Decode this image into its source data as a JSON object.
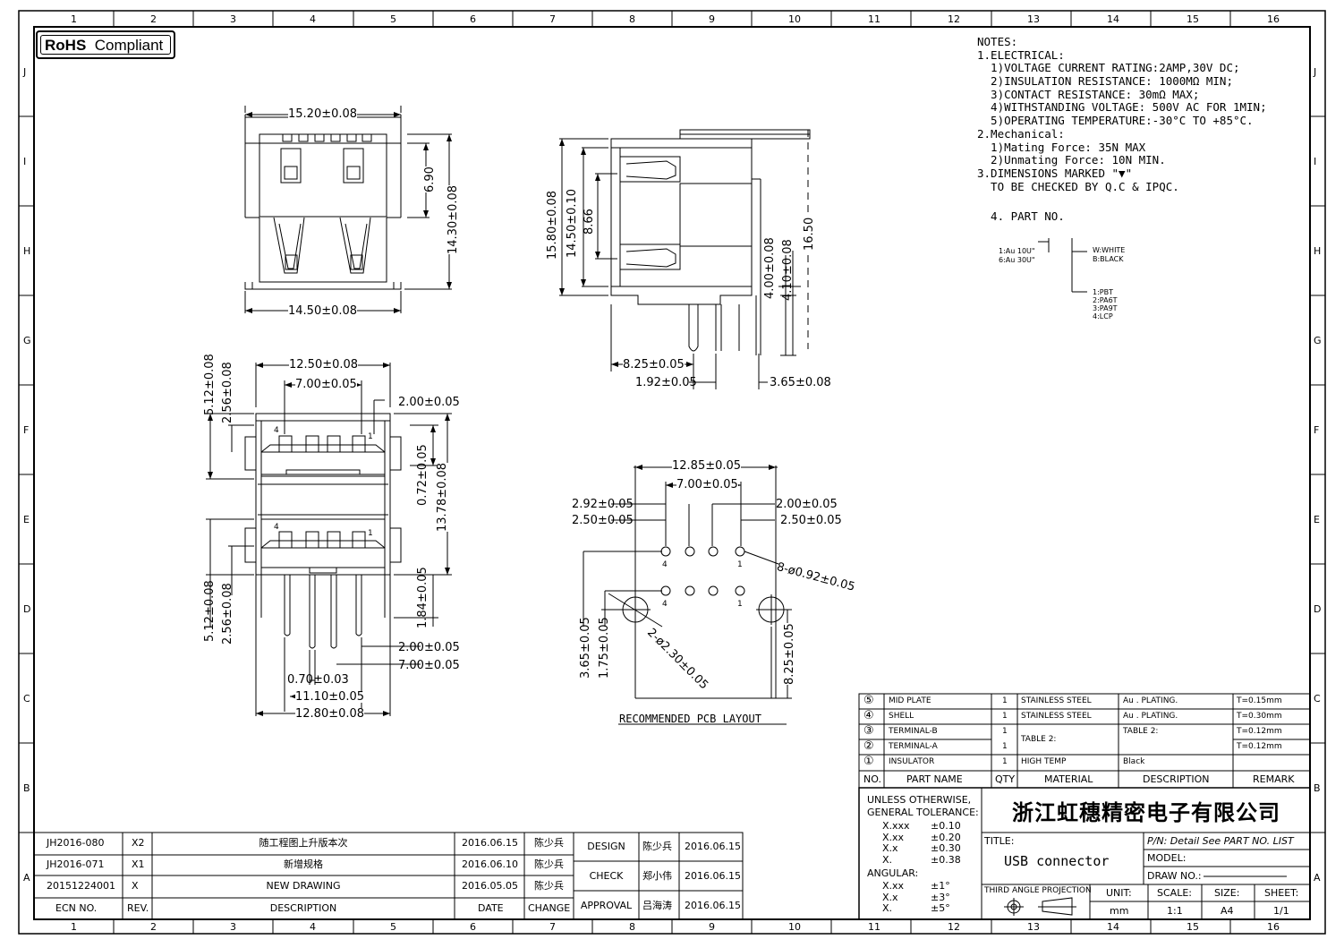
{
  "badge": {
    "rohs": "RoHS",
    "compliant": "Compliant"
  },
  "border": {
    "cols": [
      "1",
      "2",
      "3",
      "4",
      "5",
      "6",
      "7",
      "8",
      "9",
      "10",
      "11",
      "12",
      "13",
      "14",
      "15",
      "16"
    ],
    "rows": [
      "J",
      "I",
      "H",
      "G",
      "F",
      "E",
      "D",
      "C",
      "B",
      "A"
    ]
  },
  "notes": {
    "lines": [
      "NOTES:",
      "1.ELECTRICAL:",
      "  1)VOLTAGE CURRENT RATING:2AMP,30V DC;",
      "  2)INSULATION RESISTANCE: 1000MΩ MIN;",
      "  3)CONTACT RESISTANCE: 30mΩ MAX;",
      "  4)WITHSTANDING VOLTAGE: 500V AC FOR 1MIN;",
      "  5)OPERATING TEMPERATURE:-30°C TO +85°C.",
      "2.Mechanical:",
      "  1)Mating Force: 35N MAX",
      "  2)Unmating Force: 10N MIN.",
      "3.DIMENSIONS MARKED \"▼\"",
      "  TO BE CHECKED BY Q.C & IPQC.",
      "",
      "  4. PART NO."
    ]
  },
  "part_no_legend": {
    "plating_1": "1:Au 10U\"",
    "plating_2": "6:Au 30U\"",
    "color_1": "W:WHITE",
    "color_2": "B:BLACK",
    "mat_1": "1:PBT",
    "mat_2": "2:PA6T",
    "mat_3": "3:PA9T",
    "mat_4": "4:LCP"
  },
  "dims": {
    "top_w": "15.20±0.08",
    "top_h1": "6.90",
    "top_h2": "14.30±0.08",
    "top_bw": "14.50±0.08",
    "side_h1": "15.80±0.08",
    "side_h2": "14.50±0.10",
    "side_h3": "8.66",
    "side_h4": "16.50",
    "side_h5": "4.00±0.08",
    "side_h6": "4.10±0.08",
    "side_w1": "8.25±0.05",
    "side_w2": "1.92±0.05",
    "side_w3": "3.65±0.08",
    "front_w1": "12.50±0.08",
    "front_w2": "7.00±0.05",
    "front_w3": "2.00±0.05",
    "front_h1": "5.12±0.08",
    "front_h2": "2.56±0.08",
    "front_h3": "0.72±0.05",
    "front_h4": "13.78±0.08",
    "front_h5": "5.12±0.08",
    "front_h6": "2.56±0.08",
    "front_h7": "1.84±0.05",
    "front_w4": "2.00±0.05",
    "front_w5": "7.00±0.05",
    "front_w6": "0.70±0.03",
    "front_w7": "11.10±0.05",
    "front_w8": "12.80±0.08",
    "pcb_w1": "12.85±0.05",
    "pcb_w2": "7.00±0.05",
    "pcb_w3": "2.92±0.05",
    "pcb_w4": "2.50±0.05",
    "pcb_w5": "2.00±0.05",
    "pcb_w6": "2.50±0.05",
    "pcb_holes": "8-ø0.92±0.05",
    "pcb_pegs": "2-ø2.30±0.05",
    "pcb_h1": "3.65±0.05",
    "pcb_h2": "1.75±0.05",
    "pcb_h3": "8.25±0.05",
    "pin4": "4",
    "pin1": "1"
  },
  "pcb_title": "RECOMMENDED PCB LAYOUT",
  "bom": {
    "rows": [
      {
        "no": "⑤",
        "name": "MID PLATE",
        "qty": "1",
        "material": "STAINLESS STEEL",
        "desc": "Au . PLATING.",
        "remark": "T=0.15mm"
      },
      {
        "no": "④",
        "name": "SHELL",
        "qty": "1",
        "material": "STAINLESS STEEL",
        "desc": "Au . PLATING.",
        "remark": "T=0.30mm"
      },
      {
        "no": "③",
        "name": "TERMINAL-B",
        "qty": "1",
        "material": "TABLE 2:",
        "desc": "TABLE 2:",
        "remark": "T=0.12mm"
      },
      {
        "no": "②",
        "name": "TERMINAL-A",
        "qty": "1",
        "material": "",
        "desc": "",
        "remark": "T=0.12mm"
      },
      {
        "no": "①",
        "name": "INSULATOR",
        "qty": "1",
        "material": "HIGH TEMP",
        "desc": "Black",
        "remark": ""
      }
    ],
    "header": {
      "no": "NO.",
      "name": "PART NAME",
      "qty": "QTY",
      "material": "MATERIAL",
      "desc": "DESCRIPTION",
      "remark": "REMARK"
    }
  },
  "tolerance": {
    "title1": "UNLESS OTHERWISE,",
    "title2": "GENERAL TOLERANCE:",
    "rows": [
      {
        "k": "X.xxx",
        "v": "±0.10"
      },
      {
        "k": "X.xx",
        "v": "±0.20"
      },
      {
        "k": "X.x",
        "v": "±0.30"
      },
      {
        "k": "X.",
        "v": "±0.38"
      }
    ],
    "angular": "ANGULAR:",
    "arows": [
      {
        "k": "X.xx",
        "v": "±1°"
      },
      {
        "k": "X.x",
        "v": "±3°"
      },
      {
        "k": "X.",
        "v": "±5°"
      }
    ]
  },
  "title_block": {
    "company": "浙江虹穗精密电子有限公司",
    "title_label": "TITLE:",
    "title": "USB connector",
    "pn": "P/N: Detail  See  PART  NO.  LIST",
    "model": "MODEL:",
    "drawno": "DRAW  NO.:",
    "projection": "THIRD  ANGLE  PROJECTION",
    "unit_label": "UNIT:",
    "unit": "mm",
    "scale_label": "SCALE:",
    "scale": "1:1",
    "size_label": "SIZE:",
    "size": "A4",
    "sheet_label": "SHEET:",
    "sheet": "1/1"
  },
  "revisions": {
    "rows": [
      {
        "ecn": "JH2016-080",
        "rev": "X2",
        "desc": "随工程图上升版本次",
        "date": "2016.06.15",
        "change": "陈少兵"
      },
      {
        "ecn": "JH2016-071",
        "rev": "X1",
        "desc": "新增规格",
        "date": "2016.06.10",
        "change": "陈少兵"
      },
      {
        "ecn": "20151224001",
        "rev": "X",
        "desc": "NEW DRAWING",
        "date": "2016.05.05",
        "change": "陈少兵"
      }
    ],
    "header": {
      "ecn": "ECN  NO.",
      "rev": "REV.",
      "desc": "DESCRIPTION",
      "date": "DATE",
      "change": "CHANGE"
    }
  },
  "signoff": {
    "rows": [
      {
        "role": "DESIGN",
        "name": "陈少兵",
        "date": "2016.06.15"
      },
      {
        "role": "CHECK",
        "name": "郑小伟",
        "date": "2016.06.15"
      },
      {
        "role": "APPROVAL",
        "name": "吕海涛",
        "date": "2016.06.15"
      }
    ]
  }
}
